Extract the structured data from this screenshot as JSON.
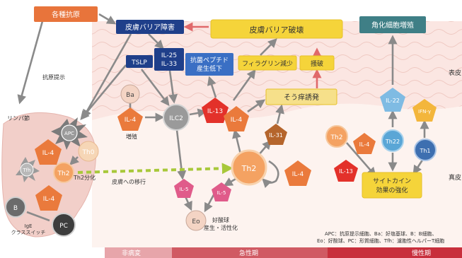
{
  "colors": {
    "epidermis": "#fbe6e2",
    "dermis": "#fdf3ef",
    "orange_box": "#e8743b",
    "navy_box": "#1f3f8a",
    "yellow_box": "#f5d43a",
    "teal_box": "#3f7f86",
    "cytokine_red": "#e3312a",
    "cytokine_orange": "#ea7a3c",
    "cell_orange": "#f4a262",
    "cell_blue": "#5aa6d6",
    "cell_grey": "#7b7b7b",
    "lymph": "#f2cfc9",
    "arrow_green": "#a8c83a",
    "arrow_red": "#e0696a",
    "bar_pink": "#e7a5aa",
    "bar_red": "#c82f3c"
  },
  "labels": {
    "antigens": "各種抗原",
    "barrier_damage": "皮膚バリア障害",
    "barrier_destroy": "皮膚バリア破壊",
    "keratinocyte": "角化細胞増殖",
    "tslp": "TSLP",
    "il25_33": "IL-25\nIL-33",
    "antimicrobial": "抗菌ペプチド\n産生低下",
    "filaggrin": "フィラグリン減少",
    "scratch": "掻破",
    "itch": "そう痒誘発",
    "antigen_present": "抗原提示",
    "lymph_node": "リンパ節",
    "ba": "Ba",
    "il4": "IL-4",
    "ilc2": "ILC2",
    "il13": "IL-13",
    "il31": "IL-31",
    "proliferation": "増殖",
    "apc": "APC",
    "th0": "Th0",
    "th2": "Th2",
    "th2_diff": "Th2分化",
    "tfh": "Tfh",
    "b": "B",
    "pc": "PC",
    "ige": "IgE\nクラススイッチ",
    "il5": "IL-5",
    "eo": "Eo",
    "eo_label": "好酸球\n産生・活性化",
    "skin_migration": "皮膚への移行",
    "il22": "IL-22",
    "ifn": "IFN-γ",
    "th22": "Th22",
    "th1": "Th1",
    "cytokine": "サイトカイン\n効果の強化",
    "epidermis_side": "表皮",
    "dermis_side": "真皮",
    "legend_1": "APC：抗原提示細胞、Ba：好塩基球、B：B細胞、",
    "legend_2": "Eo：好酸球、PC：形質細胞、Tfh：濾胞性ヘルパーT細胞",
    "phase_non": "非病変",
    "phase_acute": "急性期",
    "phase_chronic": "慢性期"
  }
}
